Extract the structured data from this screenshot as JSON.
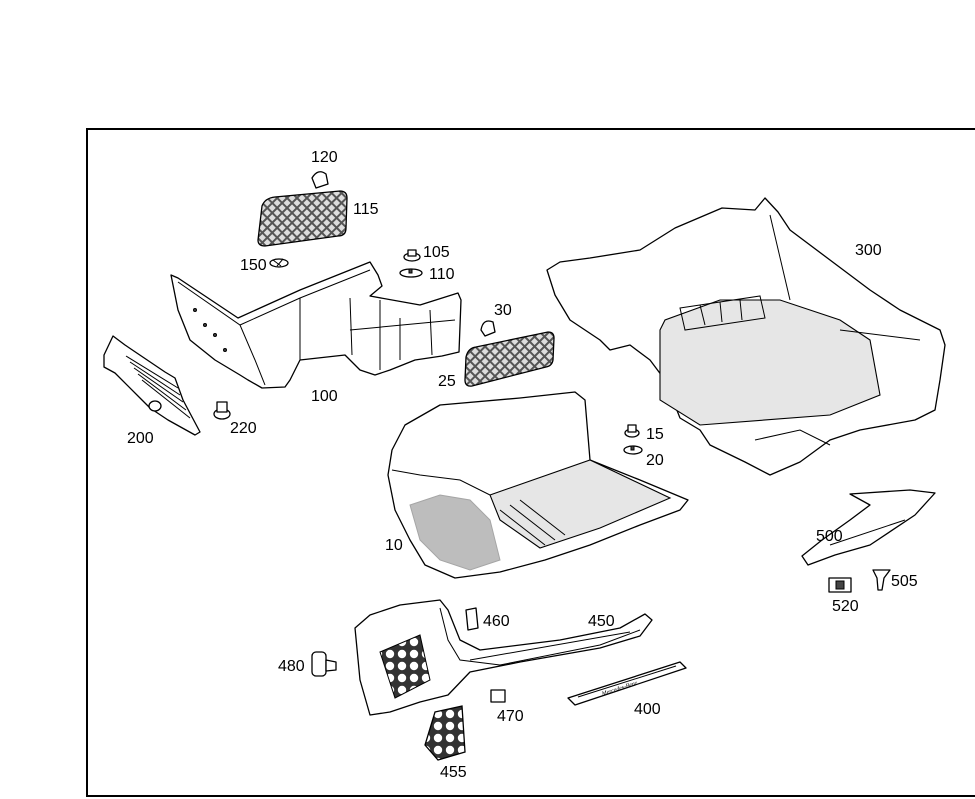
{
  "diagram": {
    "type": "exploded parts diagram",
    "labels": {
      "p10": "10",
      "p15": "15",
      "p20": "20",
      "p25": "25",
      "p30": "30",
      "p100": "100",
      "p105": "105",
      "p110": "110",
      "p115": "115",
      "p120": "120",
      "p150": "150",
      "p200": "200",
      "p220": "220",
      "p300": "300",
      "p400": "400",
      "p450": "450",
      "p455": "455",
      "p460": "460",
      "p470": "470",
      "p480": "480",
      "p500": "500",
      "p505": "505",
      "p520": "520"
    },
    "sill_plate_logo": "Mercedes-Benz"
  }
}
